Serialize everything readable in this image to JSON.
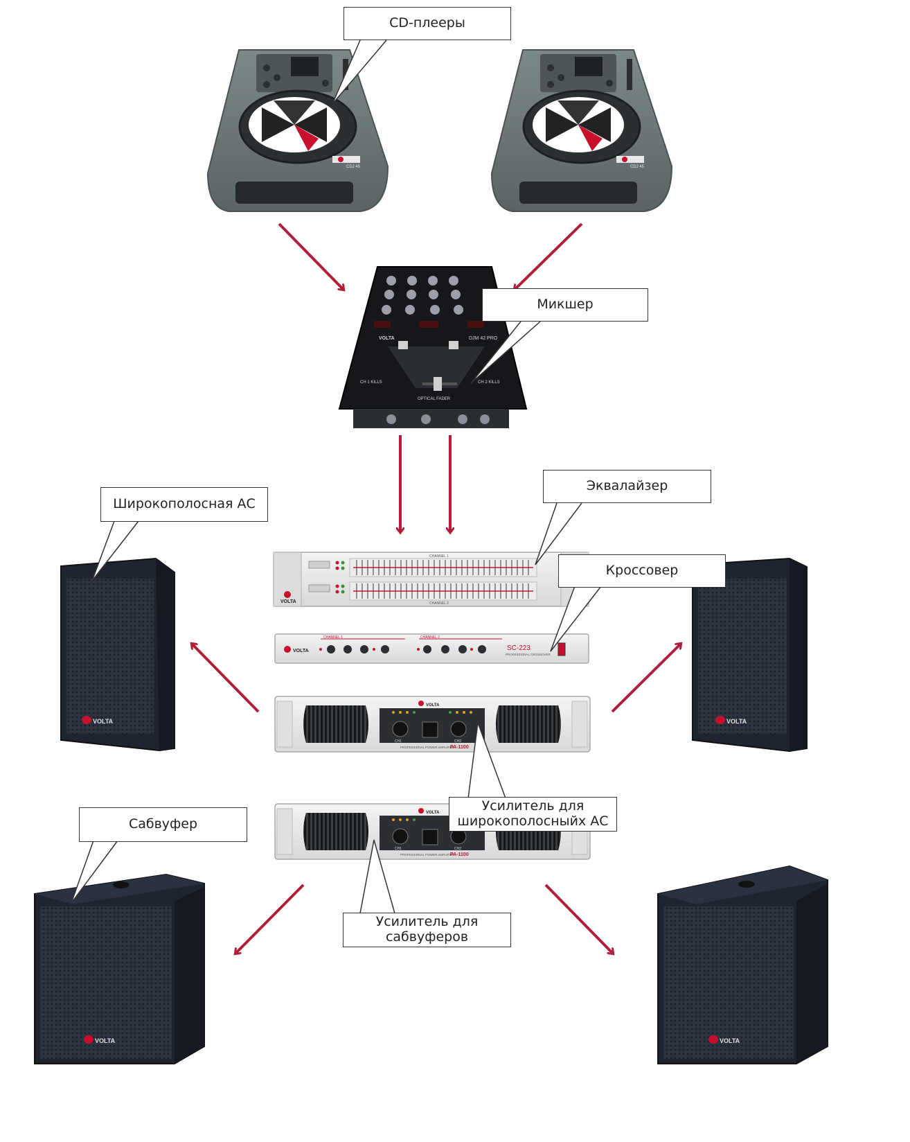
{
  "labels": {
    "cd_players": "CD-плееры",
    "mixer": "Микшер",
    "equalizer": "Эквалайзер",
    "crossover": "Кроссовер",
    "fullrange_speaker": "Широкополосная АС",
    "subwoofer": "Сабвуфер",
    "amp_fullrange_line1": "Усилитель для",
    "amp_fullrange_line2": "широкополосныйх АС",
    "amp_sub_line1": "Усилитель для",
    "amp_sub_line2": "сабвуферов"
  },
  "device_markings": {
    "brand": "VOLTA",
    "cd_model": "CDJ 45",
    "mixer_model": "DJM 42 PRO",
    "mixer_fader": "OPTICAL FADER",
    "mixer_ch1": "CH 1 KILLS",
    "mixer_ch2": "CH 2 KILLS",
    "crossover_model": "SC-223",
    "crossover_sub": "PROFESSIONAL CROSSOVER",
    "crossover_ch1": "CHANNEL 1",
    "crossover_ch2": "CHANNEL 2",
    "eq_ch1": "CHANNEL 1",
    "eq_ch2": "CHANNEL 2",
    "amp_model": "PA-1100",
    "amp_sub": "PROFESSIONAL POWER AMPLIFIER",
    "amp_ch1": "CH1",
    "amp_ch2": "CH2"
  },
  "colors": {
    "arrow": "#b01e3a",
    "device_dark": "#2e3440",
    "cd_body": "#6b7678",
    "rack_silver": "#e6e6e6",
    "accent_red": "#c8102e"
  }
}
